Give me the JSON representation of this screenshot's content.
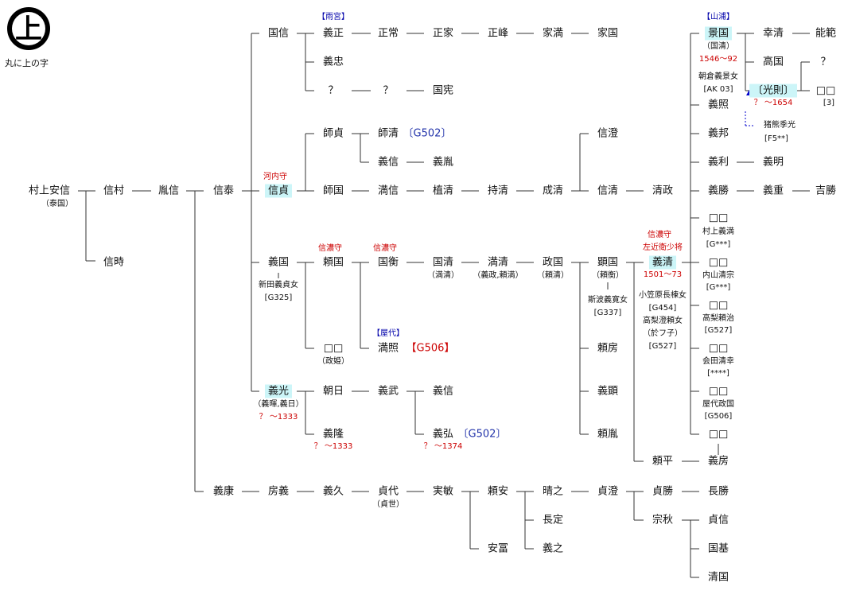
{
  "crest": {
    "glyph": "上",
    "label": "丸に上の字"
  },
  "names": {
    "yasunobu": "村上安信",
    "yasunobu_alt": "（泰国）",
    "nobumura": "信村",
    "nobutoki": "信時",
    "ranshin": "胤信",
    "shintai": "信泰",
    "kunino": "国信",
    "yoshimasa": "義正",
    "masatsune": "正常",
    "masaie": "正家",
    "masamine": "正峰",
    "iemitsu": "家満",
    "iekuni": "家国",
    "yoshitada": "義忠",
    "q1": "？",
    "q2": "？",
    "kunisen": "国宪",
    "morosada": "師貞",
    "morokiyo": "師清",
    "g502a": "〔G502〕",
    "yoshinobu1": "義信",
    "yoshitane": "義胤",
    "nobusada": "信貞",
    "morokuni": "師国",
    "mitsunobu": "満信",
    "uekiyo": "植清",
    "mochikiyo": "持清",
    "naokiyo": "成清",
    "nobukiyo_s": "信澄",
    "nobukiyo": "信清",
    "kiyomasa": "清政",
    "yoshikuni": "義国",
    "nitta": "新田義貞女",
    "g325": "[G325]",
    "yorikuni": "頼国",
    "kunihira": "国衡",
    "kunikiyo": "国清",
    "kunikiyo_alt": "（満清）",
    "mitsukiyo": "満清",
    "mitsukiyo_alt": "（義政,頼満）",
    "masakuni": "政国",
    "masakuni_alt": "（頼清）",
    "akikuni": "顕国",
    "akikuni_alt": "（頼衡）",
    "shiba": "斯波義寛女",
    "g337": "[G337]",
    "yorifusa1": "頼房",
    "yoshiaki": "義顕",
    "yoritane": "頼胤",
    "boxed": "□□",
    "seihime": "（政姫）",
    "mitsuteru": "満照",
    "g506": "【G506】",
    "yoshimitsu": "義光",
    "yoshimitsu_alt": "（義暉,義日）",
    "yoshimitsu_yr": "？ ～1333",
    "asahi": "朝日",
    "yoshitake": "義武",
    "yoshinobu2": "義信",
    "yoshitaka": "義隆",
    "yoshitaka_yr": "？ ～1333",
    "yoshihiro": "義弘",
    "g502b": "〔G502〕",
    "yoshihiro_yr": "？ ～1374",
    "yoshikiyo": "義清",
    "yoshikiyo_yr": "1501～73",
    "ogasawara": "小笠原長棟女",
    "g454": "[G454]",
    "takanashi": "高梨澄頼女",
    "okoto": "（於フ子）",
    "g527a": "[G527]",
    "yorihira": "頼平",
    "yoshifusa": "義房",
    "kagekuni": "景国",
    "kagekuni_alt": "（国清）",
    "kagekuni_yr": "1546～92",
    "asakura": "朝倉義景女",
    "ak03": "[AK 03]",
    "yukikiyo": "幸清",
    "takakuni": "高国",
    "mitsunori": "〔光則〕",
    "mitsunori_yr": "？ ～1654",
    "inokuma": "猪熊季光",
    "f5": "[F5**]",
    "nohan": "能範",
    "q3": "？",
    "box_r": "□□",
    "n3": "[3]",
    "yoshiteru": "義照",
    "yoshikuni2": "義邦",
    "yoshitoshi": "義利",
    "yoshiaki2": "義明",
    "yoshikatsu": "義勝",
    "yoshishige": "義重",
    "yoshikatsu2": "吉勝",
    "c1": "□□",
    "c1a": "村上義満",
    "c1b": "[G***]",
    "c2": "□□",
    "c2a": "内山清宗",
    "c2b": "[G***]",
    "c3": "□□",
    "c3a": "高梨頼治",
    "c3b": "[G527]",
    "c4": "□□",
    "c4a": "会田清幸",
    "c4b": "[****]",
    "c5": "□□",
    "c5a": "屋代政国",
    "c5b": "[G506]",
    "c6": "□□",
    "yoshiyasu": "義康",
    "fusayoshi": "房義",
    "yoshihisa": "義久",
    "sadayo": "貞代",
    "sadayo_alt": "（貞世）",
    "sanetoshi": "実敏",
    "yoriyasu": "頼安",
    "anfu": "安冨",
    "haruyuki": "晴之",
    "nagasada": "長定",
    "yoshiyuki": "義之",
    "sadakiyo": "貞澄",
    "sadakatsu": "貞勝",
    "nagakatsu": "長勝",
    "soshu": "宗秋",
    "sadanobu": "貞信",
    "kunimoto": "国基",
    "kiyokuni": "清国"
  },
  "notes": {
    "amamiya": "【雨宮】",
    "yamaura": "【山浦】",
    "yashiro": "【屋代】",
    "kawachi": "河内守",
    "shinano1": "信濃守",
    "shinano2": "信濃守",
    "shinano3": "信濃守",
    "sakon": "左近衛少将"
  }
}
